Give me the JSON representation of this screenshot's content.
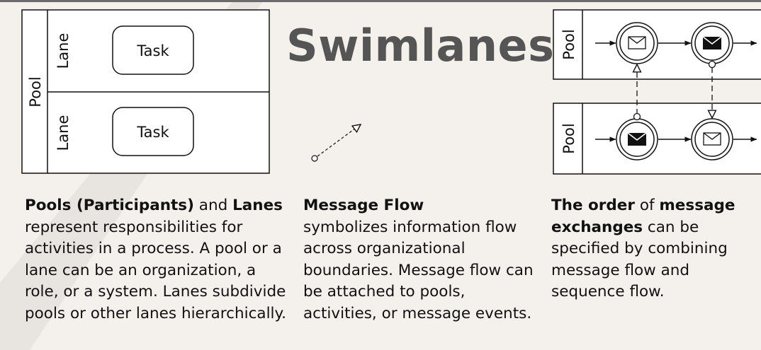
{
  "title": "Swimlanes",
  "pool_diagram": {
    "pool_label": "Pool",
    "lane_labels": [
      "Lane",
      "Lane"
    ],
    "task_labels": [
      "Task",
      "Task"
    ]
  },
  "exchange_diagram": {
    "pool_labels": [
      "Pool",
      "Pool"
    ]
  },
  "descriptions": {
    "pools": {
      "term1": "Pools (Participants)",
      "conj": " and ",
      "term2": "Lanes",
      "body": " represent responsibilities for activities in a process. A pool or a lane can be an organization, a role, or a system. Lanes subdivide pools or other lanes hierarchically."
    },
    "message_flow": {
      "term": "Message Flow",
      "body": "symbolizes information flow across organizational boundaries. Message flow can be attached to pools, activities, or message events."
    },
    "order": {
      "term1": "The order",
      "conj": " of ",
      "term2": "message exchanges",
      "body": " can be specified by combining message flow and sequence flow."
    }
  },
  "colors": {
    "background": "#f4f1ed",
    "stripe": "#e8e5e1",
    "title": "#555555",
    "line": "#111111"
  }
}
